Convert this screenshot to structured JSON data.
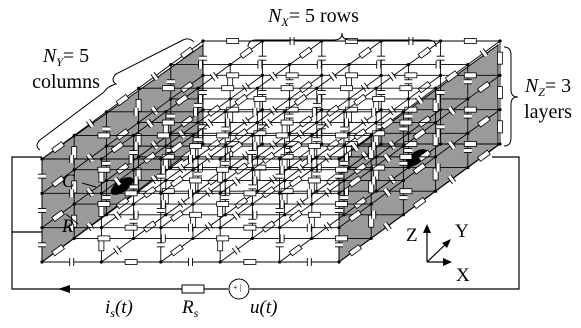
{
  "labels": {
    "nx": {
      "sym": "N",
      "sub": "X",
      "rest": "= 5 rows"
    },
    "ny": {
      "sym": "N",
      "sub": "Y",
      "rest": "= 5",
      "line2": "columns"
    },
    "nz": {
      "sym": "N",
      "sub": "Z",
      "rest": "= 3",
      "line2": "layers"
    },
    "capacitor": "C",
    "resistor": "R",
    "current": {
      "sym": "i",
      "sub": "s",
      "rest": "(t)"
    },
    "series_resistor": {
      "sym": "R",
      "sub": "s"
    },
    "source": {
      "sym": "u",
      "rest": "(t)"
    },
    "source_mark": "+ |",
    "axis_z": "Z",
    "axis_y": "Y",
    "axis_x": "X"
  },
  "colors": {
    "side_face": "#9a9a9a",
    "lines": "#000000",
    "background": "#ffffff"
  }
}
